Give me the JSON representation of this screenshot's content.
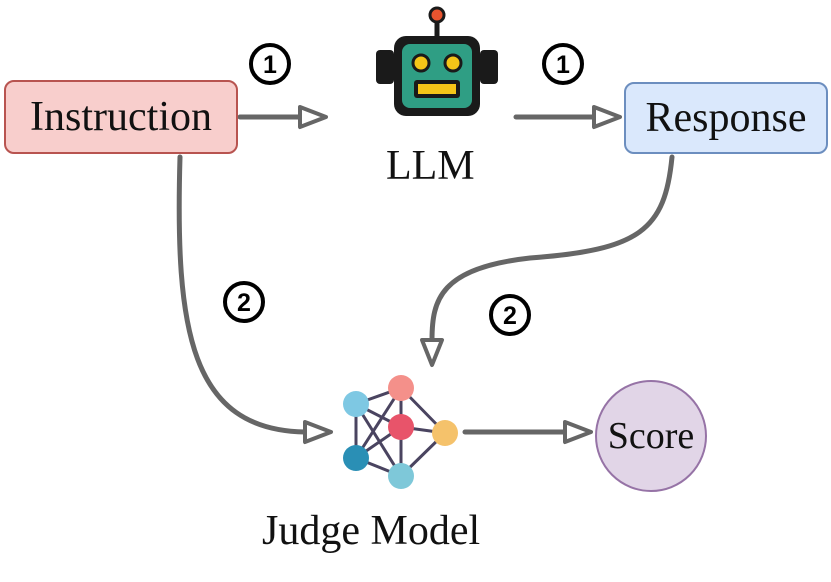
{
  "nodes": {
    "instruction": "Instruction",
    "response": "Response",
    "llm": "LLM",
    "judge_model": "Judge Model",
    "score": "Score"
  },
  "steps": {
    "instruction_to_llm": "1",
    "llm_to_response": "1",
    "instruction_to_judge": "2",
    "response_to_judge": "2"
  },
  "colors": {
    "instruction_fill": "#f8cecc",
    "instruction_border": "#b85450",
    "response_fill": "#dae8fc",
    "response_border": "#6c8ebf",
    "score_fill": "#e1d5e7",
    "score_border": "#9673a6",
    "arrow": "#666666",
    "robot_body": "#2f9e84",
    "robot_frame": "#1a1a1a",
    "robot_eye": "#f5c518",
    "robot_antenna_tip": "#e8542f"
  },
  "icons": {
    "llm": "robot-icon",
    "judge": "neural-network-icon"
  }
}
